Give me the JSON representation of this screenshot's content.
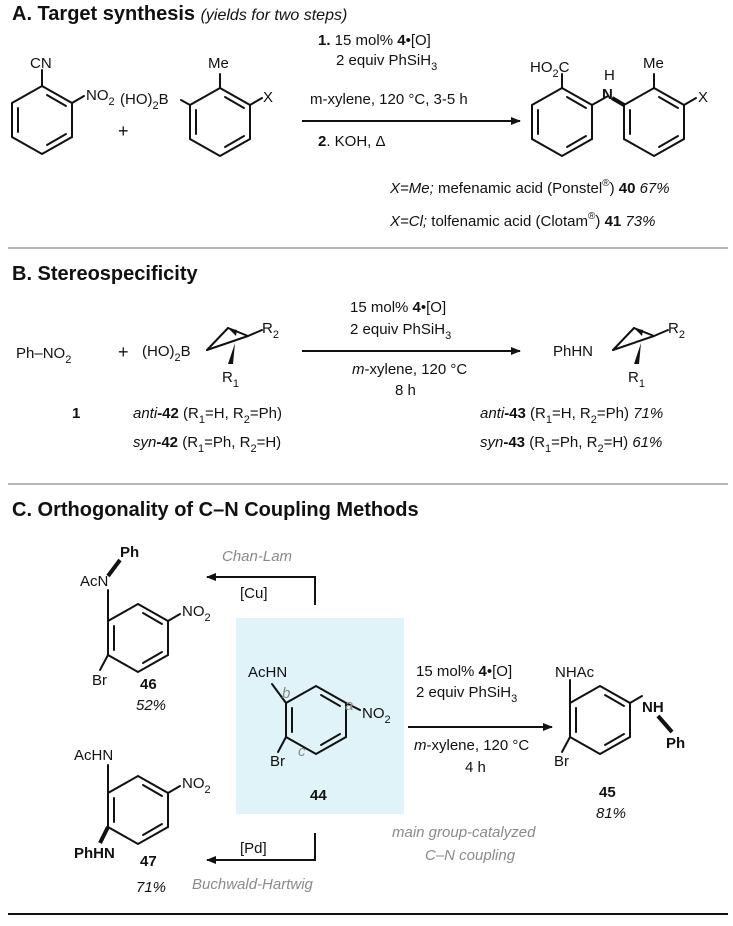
{
  "sectionA": {
    "title": "A. Target synthesis",
    "subtitle": "(yields for two steps)",
    "cond1a": "1.",
    "cond1b": " 15 mol% ",
    "cond1c": "4",
    "cond1d": "•[O]",
    "cond2": "2 equiv PhSiH",
    "cond2sub": "3",
    "cond3": "m-xylene, 120 °C, 3-5 h",
    "cond4a": "2",
    "cond4b": ". KOH, Δ",
    "r1_cn": "CN",
    "r1_no2": "NO",
    "r1_no2sub": "2",
    "plus": "+",
    "r2_boron": "(HO)",
    "r2_boronsub": "2",
    "r2_boronB": "B",
    "r2_me": "Me",
    "r2_x": "X",
    "p_acid": "HO",
    "p_acidsub": "2",
    "p_acidC": "C",
    "p_h": "H",
    "p_n": "N",
    "p_me": "Me",
    "p_x": "X",
    "line1_x": "X=Me;",
    "line1_name": " mefenamic acid (Ponstel",
    "line1_reg": "®",
    "line1_close": ") ",
    "line1_num": "40",
    "line1_yield": " 67%",
    "line2_x": "X=Cl;",
    "line2_name": "   tolfenamic acid (Clotam",
    "line2_reg": "®",
    "line2_close": ") ",
    "line2_num": "41",
    "line2_yield": " 73%"
  },
  "sectionB": {
    "title": "B. Stereospecificity",
    "nitro": "Ph–NO",
    "nitrosub": "2",
    "plus": "+",
    "boron": "(HO)",
    "boronsub": "2",
    "boronB": "B",
    "r2": "R",
    "r2sub": "2",
    "r1": "R",
    "r1sub": "1",
    "cond1a": "15 mol% ",
    "cond1b": "4",
    "cond1c": "•[O]",
    "cond2": "2 equiv PhSiH",
    "cond2sub": "3",
    "cond3a": "m",
    "cond3b": "-xylene, 120 °C",
    "cond4": "8 h",
    "prod_phhn": "PhHN",
    "p_r2": "R",
    "p_r2sub": "2",
    "p_r1": "R",
    "p_r1sub": "1",
    "cmp1": "1",
    "antiA": "anti",
    "antiA_num": "-42",
    "antiA_rest": " (R",
    "antiA_s1": "1",
    "antiA_mid": "=H, R",
    "antiA_s2": "2",
    "antiA_end": "=Ph)",
    "synA": "syn",
    "synA_num": "-42",
    "synA_rest": " (R",
    "synA_s1": "1",
    "synA_mid": "=Ph, R",
    "synA_s2": "2",
    "synA_end": "=H)",
    "antiP": "anti",
    "antiP_num": "-43",
    "antiP_rest": " (R",
    "antiP_s1": "1",
    "antiP_mid": "=H, R",
    "antiP_s2": "2",
    "antiP_end": "=Ph) ",
    "antiP_yield": "71%",
    "synP": "syn",
    "synP_num": "-43",
    "synP_rest": " (R",
    "synP_s1": "1",
    "synP_mid": "=Ph, R",
    "synP_s2": "2",
    "synP_end": "=H) ",
    "synP_yield": "61%"
  },
  "sectionC": {
    "title": "C. Orthogonality of C–N Coupling Methods",
    "chanlam": "Chan-Lam",
    "cu": "[Cu]",
    "pd": "[Pd]",
    "buchwald": "Buchwald-Hartwig",
    "maingroup1": "main group-catalyzed",
    "maingroup2": "C–N coupling",
    "c46_ph": "Ph",
    "c46_acn": "AcN",
    "c46_no2": "NO",
    "c46_no2sub": "2",
    "c46_br": "Br",
    "c46_num": "46",
    "c46_yield": "52%",
    "c44_achn": "AcHN",
    "c44_no2": "NO",
    "c44_no2sub": "2",
    "c44_br": "Br",
    "c44_a": "a",
    "c44_b": "b",
    "c44_c": "c",
    "c44_num": "44",
    "c47_achn": "AcHN",
    "c47_no2": "NO",
    "c47_no2sub": "2",
    "c47_phhn": "PhHN",
    "c47_num": "47",
    "c47_yield": "71%",
    "cond1a": "15 mol% ",
    "cond1b": "4",
    "cond1c": "•[O]",
    "cond2": "2 equiv PhSiH",
    "cond2sub": "3",
    "cond3a": "m",
    "cond3b": "-xylene, 120 °C",
    "cond4": "4 h",
    "c45_nhac": "NHAc",
    "c45_nh": "NH",
    "c45_ph": "Ph",
    "c45_br": "Br",
    "c45_num": "45",
    "c45_yield": "81%"
  },
  "colors": {
    "highlight": "#dff3f9",
    "grey_text": "#8a8a8a",
    "divider": "#b5b5b5"
  }
}
